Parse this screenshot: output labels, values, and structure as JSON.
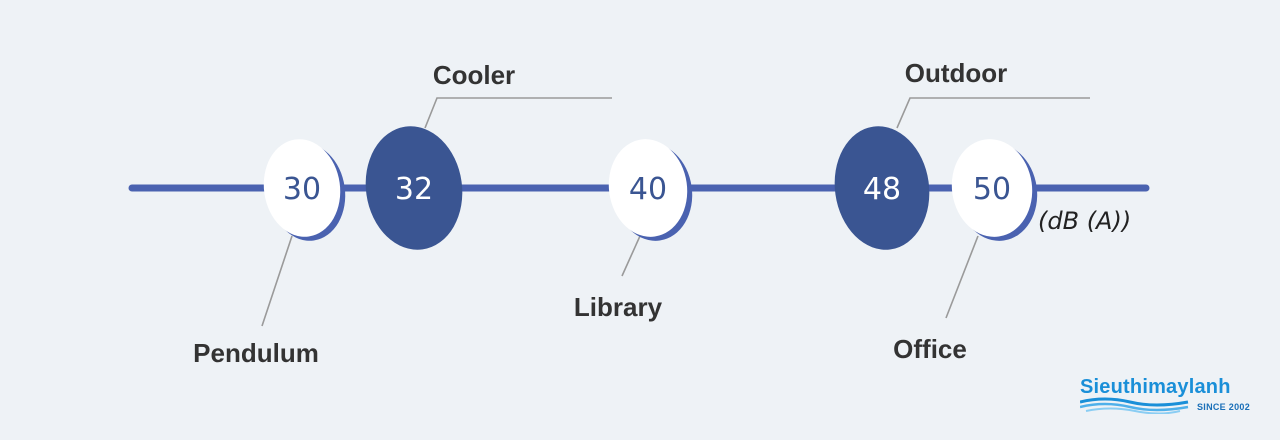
{
  "diagram": {
    "levels": [
      {
        "value": "30",
        "label": "Pendulum",
        "style": "outline",
        "label_side": "below"
      },
      {
        "value": "32",
        "label": "Cooler",
        "style": "filled",
        "label_side": "above"
      },
      {
        "value": "40",
        "label": "Library",
        "style": "outline",
        "label_side": "below"
      },
      {
        "value": "48",
        "label": "Outdoor",
        "style": "filled",
        "label_side": "above"
      },
      {
        "value": "50",
        "label": "Office",
        "style": "outline",
        "label_side": "below"
      }
    ],
    "unit": "(dB (A))"
  },
  "colors": {
    "background": "#eef2f6",
    "line": "#4a62b0",
    "filled": "#3a5592",
    "outline_text": "#3a5592",
    "leader": "#9a9a9a",
    "label": "#333333"
  },
  "logo": {
    "name": "Sieuthimaylanh",
    "tagline": "SINCE 2002"
  }
}
